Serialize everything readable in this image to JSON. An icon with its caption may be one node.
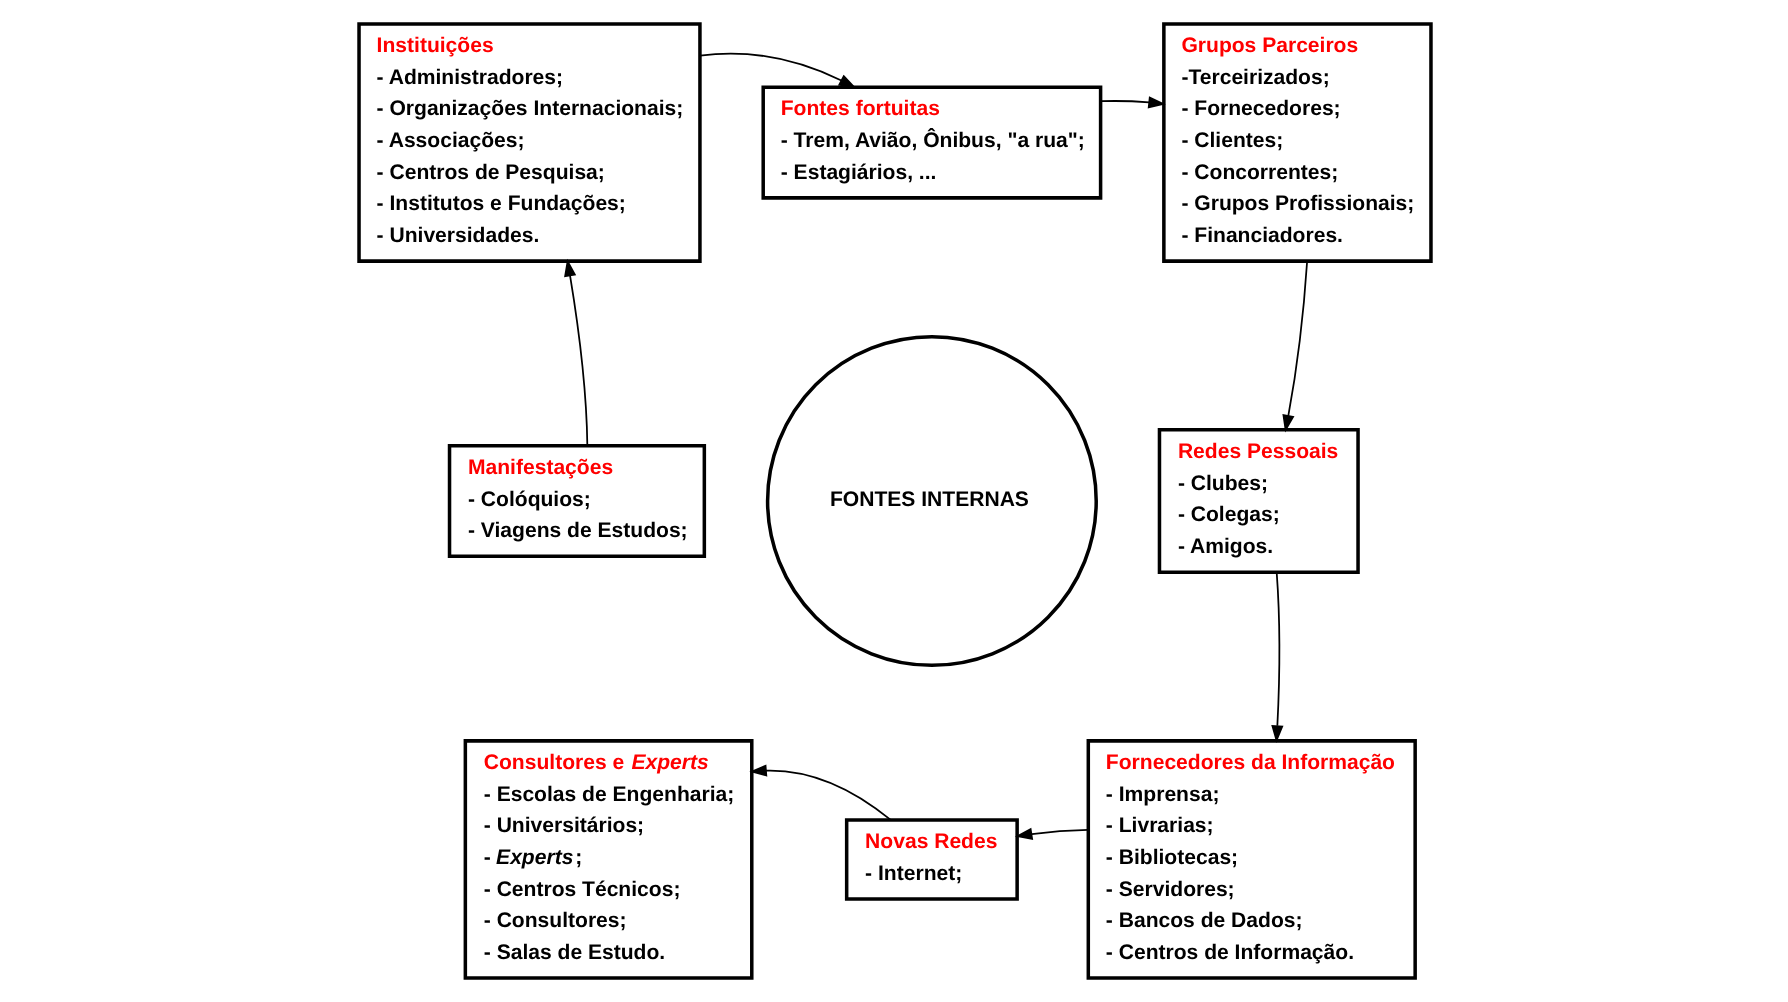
{
  "diagram": {
    "nodes": [
      {
        "text": [
          "Instituições",
          "- Administradores;",
          "- Organizações Internacionais;",
          "- Associações;",
          "- Centros de Pesquisa;",
          "- Institutos e Fundações;",
          "- Universidades."
        ]
      },
      {
        "text": [
          "Fontes fortuitas",
          "- Trem, Avião, Ônibus, \"a rua\";",
          "- Estagiários, ..."
        ]
      },
      {
        "text": [
          "Grupos Parceiros",
          "-Terceirizados;",
          "- Fornecedores;",
          "- Clientes;",
          "- Concorrentes;",
          "- Grupos Profissionais;",
          "- Financiadores."
        ]
      },
      {
        "text": [
          "Manifestações",
          "- Colóquios;",
          "- Viagens de Estudos;"
        ]
      },
      {
        "text": [
          "FONTES INTERNAS"
        ]
      },
      {
        "text": [
          "Redes Pessoais",
          "- Clubes;",
          "- Colegas;",
          "- Amigos."
        ]
      },
      {
        "text": [
          "Consultores e *Experts*",
          "- Escolas de Engenharia;",
          "- Universitários;",
          "- *Experts*;",
          "- Centros Técnicos;",
          "- Consultores;",
          "- Salas de Estudo."
        ]
      },
      {
        "text": [
          "Novas Redes",
          "- Internet;"
        ]
      },
      {
        "text": [
          "Fornecedores da Informação",
          "- Imprensa;",
          "- Livrarias;",
          "- Bibliotecas;",
          "- Servidores;",
          "- Bancos de Dados;",
          "- Centros de Informação."
        ]
      }
    ],
    "edges": [
      {
        "from": 7,
        "to": 6,
        "arrow": "to"
      },
      {
        "from": 3,
        "to": 0,
        "arrow": "to"
      },
      {
        "from": 0,
        "to": 1,
        "arrow": "to"
      },
      {
        "from": 1,
        "to": 2,
        "arrow": "to"
      },
      {
        "from": 2,
        "to": 5,
        "arrow": "to"
      },
      {
        "from": 5,
        "to": 8,
        "arrow": "to"
      },
      {
        "from": 8,
        "to": 7,
        "arrow": "to"
      }
    ]
  }
}
